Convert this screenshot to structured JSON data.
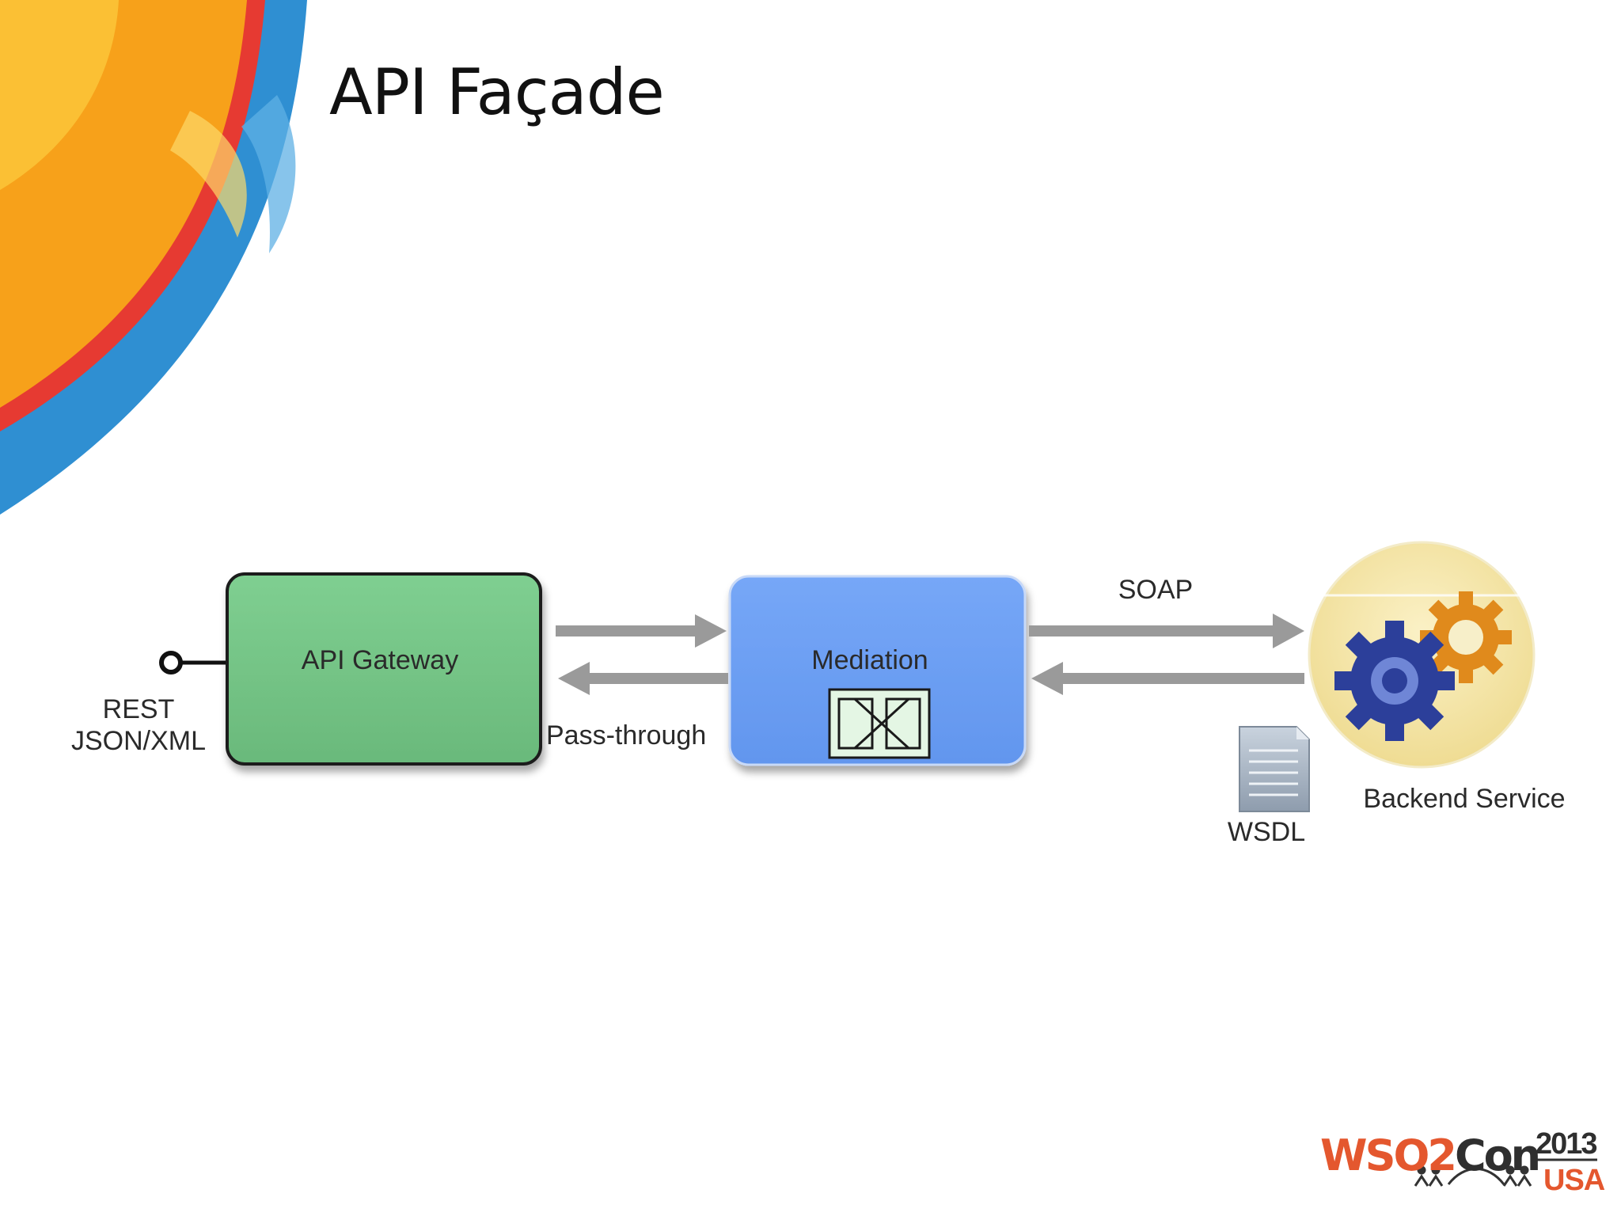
{
  "slide": {
    "title": "API Façade"
  },
  "diagram": {
    "client": {
      "protocol": "REST",
      "format": "JSON/XML"
    },
    "gateway": {
      "label": "API Gateway"
    },
    "gateway_to_mediation": {
      "label": "Pass-through"
    },
    "mediation": {
      "label": "Mediation"
    },
    "mediation_to_backend": {
      "label": "SOAP"
    },
    "contract": {
      "label": "WSDL"
    },
    "backend": {
      "label": "Backend Service"
    }
  },
  "logo": {
    "brand_a": "WSO2",
    "brand_b": "Con",
    "year": "2013",
    "location": "USA"
  },
  "colors": {
    "gateway_fill": "#74c586",
    "mediation_fill": "#6fa0f3",
    "arrow": "#9a9a9a",
    "backend_disc": "#f5e6a6",
    "logo_accent": "#e4572e",
    "swirl_outer": "#2f8fd2",
    "swirl_mid": "#e63a32",
    "swirl_inner": "#f7a11a"
  },
  "icons": {
    "endpoint": "port-circle-icon",
    "mediator": "mediator-x-icon",
    "document": "document-icon",
    "gears": "gears-icon"
  }
}
